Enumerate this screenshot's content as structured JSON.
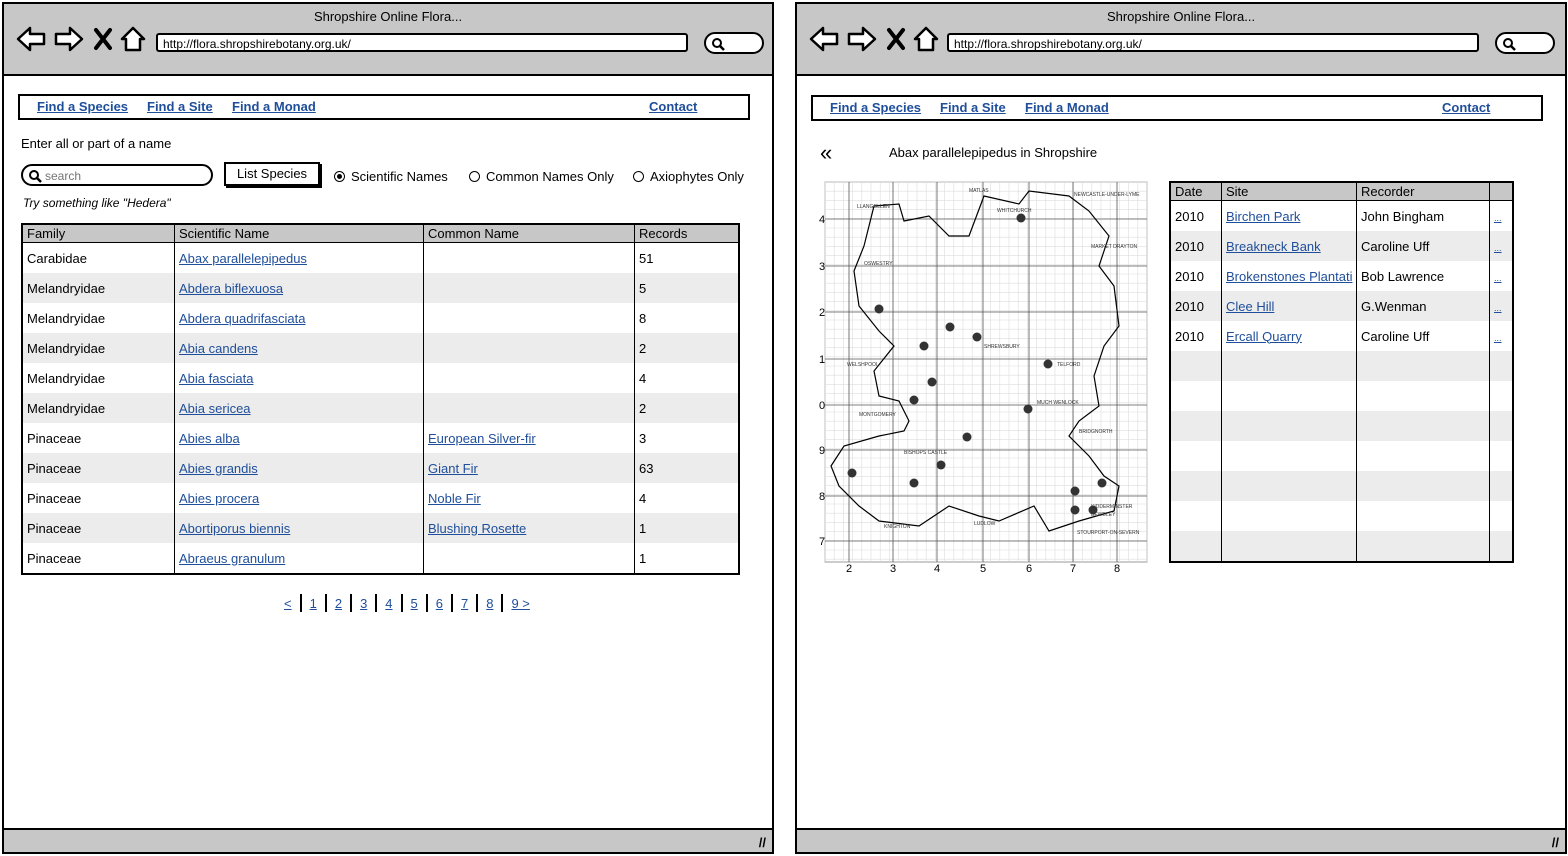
{
  "browser": {
    "title": "Shropshire Online Flora...",
    "url": "http://flora.shropshirebotany.org.uk/"
  },
  "nav": {
    "find_species": "Find a Species",
    "find_site": "Find a Site",
    "find_monad": "Find a Monad",
    "contact": "Contact"
  },
  "search": {
    "prompt": "Enter all or part of a name",
    "placeholder": "search",
    "button": "List Species",
    "hint": "Try something like \"Hedera\"",
    "options": [
      "Scientific Names",
      "Common Names Only",
      "Axiophytes Only"
    ],
    "selected": "Scientific Names"
  },
  "species_table": {
    "headers": [
      "Family",
      "Scientific Name",
      "Common Name",
      "Records"
    ],
    "rows": [
      {
        "family": "Carabidae",
        "sci": "Abax parallelepipedus",
        "common": "",
        "records": "51"
      },
      {
        "family": "Melandryidae",
        "sci": "Abdera biflexuosa",
        "common": "",
        "records": "5"
      },
      {
        "family": "Melandryidae",
        "sci": "Abdera quadrifasciata",
        "common": "",
        "records": "8"
      },
      {
        "family": "Melandryidae",
        "sci": "Abia candens",
        "common": "",
        "records": "2"
      },
      {
        "family": "Melandryidae",
        "sci": "Abia fasciata",
        "common": "",
        "records": "4"
      },
      {
        "family": "Melandryidae",
        "sci": "Abia sericea",
        "common": "",
        "records": "2"
      },
      {
        "family": "Pinaceae",
        "sci": "Abies alba",
        "common": "European Silver-fir",
        "records": "3"
      },
      {
        "family": "Pinaceae",
        "sci": "Abies grandis",
        "common": "Giant Fir",
        "records": "63"
      },
      {
        "family": "Pinaceae",
        "sci": "Abies procera",
        "common": "Noble Fir",
        "records": "4"
      },
      {
        "family": "Pinaceae",
        "sci": "Abortiporus biennis",
        "common": "Blushing Rosette",
        "records": "1"
      },
      {
        "family": "Pinaceae",
        "sci": "Abraeus granulum",
        "common": "",
        "records": "1"
      }
    ]
  },
  "pager": {
    "prev": "<",
    "pages": [
      "1",
      "2",
      "3",
      "4",
      "5",
      "6",
      "7",
      "8"
    ],
    "last": "9 >"
  },
  "detail": {
    "back": "«",
    "title": "Abax parallelepipedus in Shropshire",
    "map": {
      "x_ticks": [
        "2",
        "3",
        "4",
        "5",
        "6",
        "7",
        "8"
      ],
      "y_ticks": [
        "4",
        "3",
        "2",
        "1",
        "0",
        "9",
        "8",
        "7"
      ],
      "places": [
        "LLANGOLLEN",
        "WHITCHURCH",
        "NEWCASTLE-UNDER-LYME",
        "MARKET DRAYTON",
        "OSWESTRY",
        "SHREWSBURY",
        "WELSHPOOL",
        "TELFORD",
        "MUCH WENLOCK",
        "BRIDGNORTH",
        "BISHOPS CASTLE",
        "KIDDERMINSTER",
        "BEWDLEY",
        "LUDLOW",
        "KNIGHTON",
        "MONTGOMERY",
        "STOURPORT-ON-SEVERN",
        "MATLAS"
      ]
    },
    "records_table": {
      "headers": [
        "Date",
        "Site",
        "Recorder",
        ""
      ],
      "rows": [
        {
          "date": "2010",
          "site": "Birchen Park",
          "recorder": "John Bingham",
          "more": "..."
        },
        {
          "date": "2010",
          "site": "Breakneck Bank",
          "recorder": "Caroline Uff",
          "more": "..."
        },
        {
          "date": "2010",
          "site": "Brokenstones Plantati",
          "recorder": "Bob Lawrence",
          "more": "..."
        },
        {
          "date": "2010",
          "site": "Clee Hill",
          "recorder": "G.Wenman",
          "more": "..."
        },
        {
          "date": "2010",
          "site": "Ercall Quarry",
          "recorder": "Caroline Uff",
          "more": "..."
        }
      ]
    }
  }
}
